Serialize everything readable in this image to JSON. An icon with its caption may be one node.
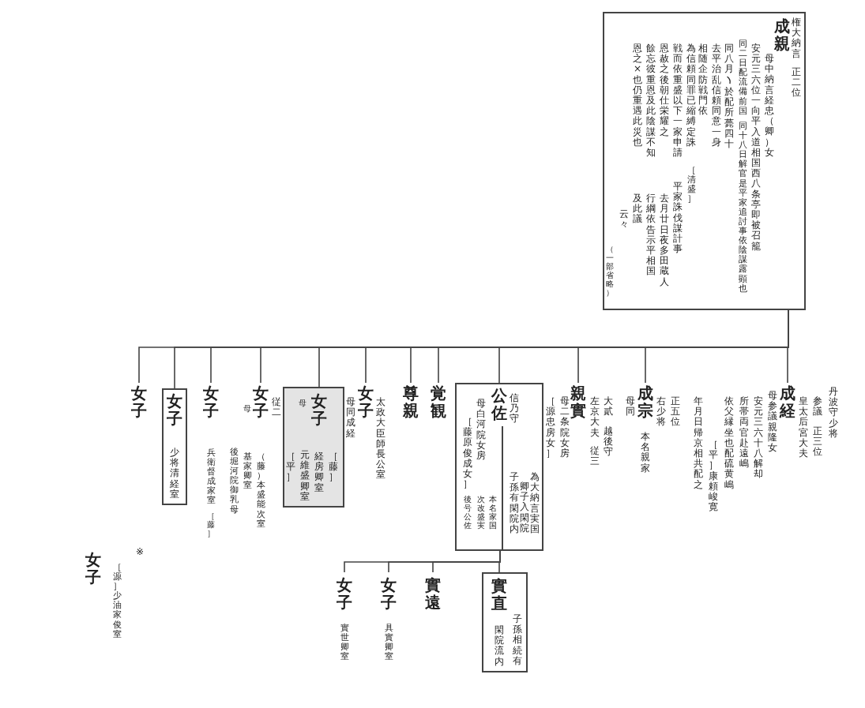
{
  "diagram": {
    "nodes": [
      {
        "text": [
          "（一部省略）",
          "云々",
          "恩之×也仍重遇此災也",
          "及此議",
          "餘忘彼重恩及此陰謀不知",
          "行綱依告示平相国",
          "恩赦之後朝仕栄耀之",
          "去月廿日夜多田蔵人",
          "戦而依重盛以下一家申請",
          "平家誅伐謀計事",
          "為信頼同罪已縮縛定誅",
          "［清盛］",
          "相随企防戦門依",
          "去平治乱信頼同意一身",
          "同八月",
          "於配所薨四十",
          "同二日配流備前国",
          "同十八日解官是平家追討事依陰謀露顕也",
          "安元三六位一向平入道相国西八条亭即被召籠",
          "母中納言経忠（卿）女",
          "成親",
          "権大納言",
          "正二位"
        ]
      },
      {
        "text": [
          "年月日帰京相共配之",
          "［平］康頼峻寛",
          "依父縁坐也配硫黄嶋",
          "所帯両官赴遠嶋",
          "安元三六十八解却",
          "母参議親隆女",
          "成経",
          "皇太后宮大夫",
          "参議",
          "正三位",
          "丹波守少将"
        ]
      },
      {
        "text": [
          "母同",
          "成宗",
          "本名親家",
          "右少将",
          "正五位"
        ]
      },
      {
        "text": [
          "［源忠房女］",
          "母二条院女房",
          "親實",
          "左京大夫",
          "従三",
          "大貳",
          "越後守"
        ]
      },
      {
        "text": [
          "［藤原俊成女］",
          "後号公佐",
          "母白河院女房",
          "次改盛実",
          "本名家国",
          "公佐",
          "信乃守",
          "子孫有閑院内",
          "卿子入閑院",
          "為大納言実国"
        ]
      },
      {
        "text": [
          "覚観"
        ]
      },
      {
        "text": [
          "尊親"
        ]
      },
      {
        "text": [
          "母同成経",
          "女子",
          "太政大臣師長公室"
        ]
      },
      {
        "text": [
          "［平］",
          "母",
          "元維盛卿室",
          "女子",
          "経房卿室",
          "［藤］"
        ]
      },
      {
        "text": [
          "後堀河院御乳母",
          "母",
          "基家卿室",
          "女子",
          "（藤）本盛能次室",
          "従二"
        ]
      },
      {
        "text": [
          "女子",
          "兵衛督成家室",
          "［藤］"
        ]
      },
      {
        "text": [
          "女子",
          "少将清経室"
        ]
      },
      {
        "text": [
          "女子"
        ]
      },
      {
        "text": [
          "實直",
          "閑院流内",
          "子孫相続有"
        ]
      },
      {
        "text": [
          "實遠"
        ]
      },
      {
        "text": [
          "女子",
          "具實卿室"
        ]
      },
      {
        "text": [
          "女子",
          "實世卿室"
        ]
      }
    ],
    "edges": [
      {
        "from": 0,
        "to": 1,
        "arrow": "none"
      },
      {
        "from": 0,
        "to": 2,
        "arrow": "none"
      },
      {
        "from": 0,
        "to": 3,
        "arrow": "none"
      },
      {
        "from": 0,
        "to": 4,
        "arrow": "none"
      },
      {
        "from": 0,
        "to": 5,
        "arrow": "none"
      },
      {
        "from": 0,
        "to": 6,
        "arrow": "none"
      },
      {
        "from": 0,
        "to": 7,
        "arrow": "none"
      },
      {
        "from": 0,
        "to": 8,
        "arrow": "none"
      },
      {
        "from": 0,
        "to": 9,
        "arrow": "none"
      },
      {
        "from": 0,
        "to": 10,
        "arrow": "none"
      },
      {
        "from": 0,
        "to": 11,
        "arrow": "none"
      },
      {
        "from": 0,
        "to": 12,
        "arrow": "none"
      },
      {
        "from": 4,
        "to": 13,
        "arrow": "none"
      },
      {
        "from": 4,
        "to": 14,
        "arrow": "none"
      },
      {
        "from": 4,
        "to": 15,
        "arrow": "none"
      },
      {
        "from": 4,
        "to": 16,
        "arrow": "none"
      }
    ],
    "labels": [
      "女子",
      "［源］少油家俊室",
      "※"
    ]
  }
}
